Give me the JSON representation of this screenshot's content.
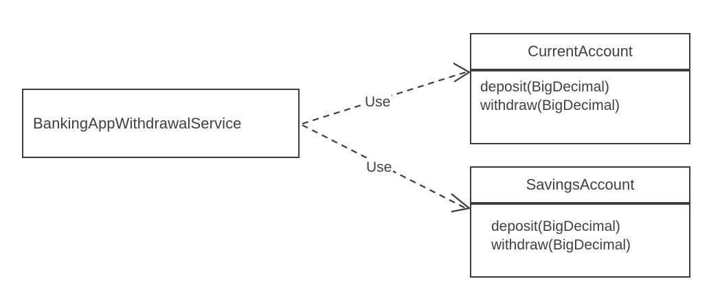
{
  "diagram": {
    "type": "uml-class-diagram",
    "background_color": "#ffffff",
    "stroke_color": "#3c3c3c",
    "text_color": "#404040",
    "classes": [
      {
        "id": "banking-app-withdrawal-service",
        "name": "BankingAppWithdrawalService",
        "has_compartments": false,
        "members": []
      },
      {
        "id": "current-account",
        "name": "CurrentAccount",
        "has_compartments": true,
        "members": [
          "deposit(BigDecimal)",
          "withdraw(BigDecimal)"
        ]
      },
      {
        "id": "savings-account",
        "name": "SavingsAccount",
        "has_compartments": true,
        "members": [
          "deposit(BigDecimal)",
          "withdraw(BigDecimal)"
        ]
      }
    ],
    "relationships": [
      {
        "id": "use-current-account",
        "label": "Use",
        "style": "dashed",
        "arrow": "open",
        "from": "banking-app-withdrawal-service",
        "to": "current-account"
      },
      {
        "id": "use-savings-account",
        "label": "Use",
        "style": "dashed",
        "arrow": "open",
        "from": "banking-app-withdrawal-service",
        "to": "savings-account"
      }
    ]
  }
}
